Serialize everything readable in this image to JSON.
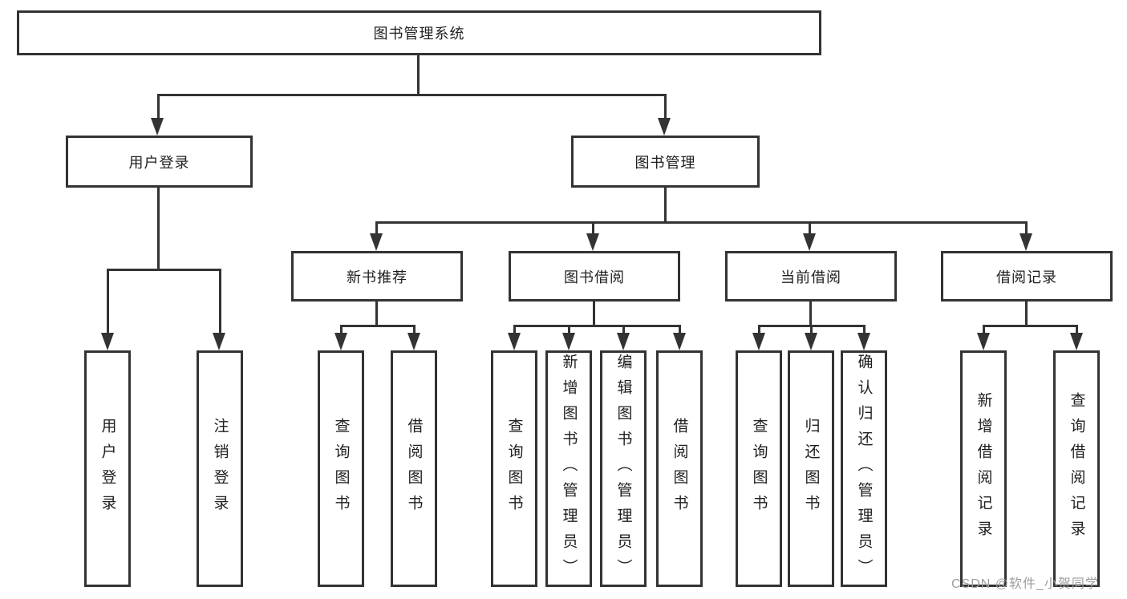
{
  "colors": {
    "line": "#333333",
    "text": "#1f1f1f",
    "watermark": "#9e9e9e",
    "background": "#ffffff"
  },
  "tree": {
    "root": {
      "label": "图书管理系统"
    },
    "branches": [
      {
        "label": "用户登录",
        "children": [
          {
            "label": "用户登录"
          },
          {
            "label": "注销登录"
          }
        ]
      },
      {
        "label": "图书管理",
        "children": [
          {
            "label": "新书推荐",
            "children": [
              {
                "label": "查询图书"
              },
              {
                "label": "借阅图书"
              }
            ]
          },
          {
            "label": "图书借阅",
            "children": [
              {
                "label": "查询图书"
              },
              {
                "label": "新增图书（管理员）"
              },
              {
                "label": "编辑图书（管理员）"
              },
              {
                "label": "借阅图书"
              }
            ]
          },
          {
            "label": "当前借阅",
            "children": [
              {
                "label": "查询图书"
              },
              {
                "label": "归还图书"
              },
              {
                "label": "确认归还（管理员）"
              }
            ]
          },
          {
            "label": "借阅记录",
            "children": [
              {
                "label": "新增借阅记录"
              },
              {
                "label": "查询借阅记录"
              }
            ]
          }
        ]
      }
    ]
  },
  "watermark": {
    "text": "CSDN @软件_小贺同学"
  }
}
